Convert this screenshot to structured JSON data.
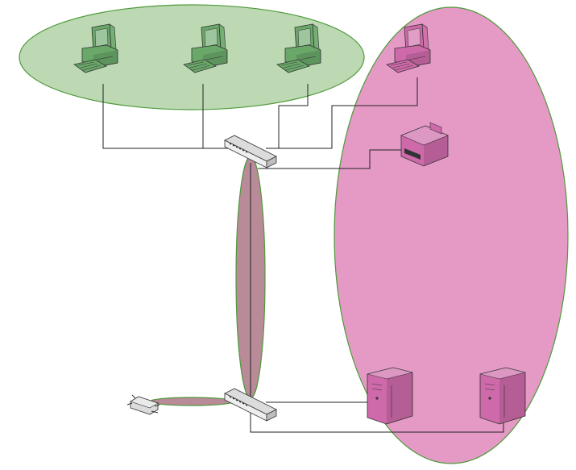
{
  "colors": {
    "green_zone_fill": "#bcd9b4",
    "green_zone_stroke": "#4e9a3a",
    "pink_zone_fill": "#e59ac6",
    "pink_zone_stroke": "#4e9a3a",
    "trunk_fill": "#b98a98",
    "wire": "#222222",
    "green_device": "#6aa86a",
    "pink_device": "#cf6aaa",
    "neutral_device": "#dcdcdc"
  },
  "zones": [
    {
      "name": "green-zone",
      "color": "green"
    },
    {
      "name": "pink-zone",
      "color": "pink"
    }
  ],
  "nodes": [
    {
      "id": "pc-green-1",
      "type": "workstation",
      "color": "green"
    },
    {
      "id": "pc-green-2",
      "type": "workstation",
      "color": "green"
    },
    {
      "id": "pc-green-3",
      "type": "workstation",
      "color": "green"
    },
    {
      "id": "pc-pink-1",
      "type": "workstation",
      "color": "pink"
    },
    {
      "id": "printer-pink",
      "type": "printer",
      "color": "pink"
    },
    {
      "id": "switch-top",
      "type": "switch",
      "color": "neutral"
    },
    {
      "id": "switch-bottom",
      "type": "switch",
      "color": "neutral"
    },
    {
      "id": "router",
      "type": "router",
      "color": "neutral"
    },
    {
      "id": "server-1",
      "type": "server",
      "color": "pink"
    },
    {
      "id": "server-2",
      "type": "server",
      "color": "pink"
    }
  ],
  "links": [
    [
      "pc-green-1",
      "switch-top"
    ],
    [
      "pc-green-2",
      "switch-top"
    ],
    [
      "pc-green-3",
      "switch-top"
    ],
    [
      "pc-pink-1",
      "switch-top"
    ],
    [
      "printer-pink",
      "switch-top"
    ],
    [
      "switch-top",
      "switch-bottom"
    ],
    [
      "router",
      "switch-bottom"
    ],
    [
      "switch-bottom",
      "server-1"
    ],
    [
      "switch-bottom",
      "server-2"
    ]
  ]
}
